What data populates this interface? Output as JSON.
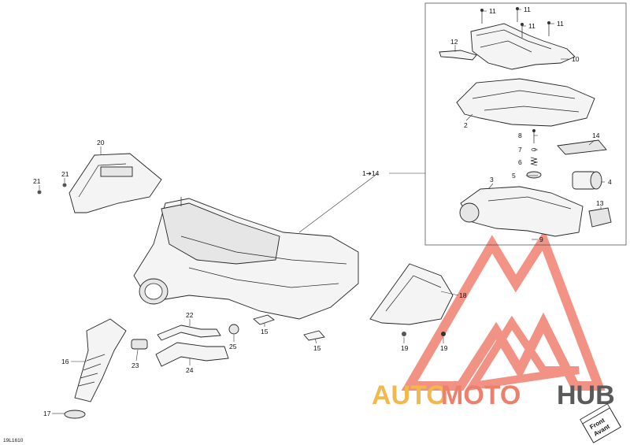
{
  "diagram": {
    "part_numbers": {
      "p1_14": "1➔14",
      "p2": "2",
      "p3": "3",
      "p4": "4",
      "p5": "5",
      "p6": "6",
      "p7": "7",
      "p8": "8",
      "p9": "9",
      "p10": "10",
      "p11": "11",
      "p12": "12",
      "p13": "13",
      "p14": "14",
      "p15": "15",
      "p16": "16",
      "p17": "17",
      "p18": "18",
      "p19": "19",
      "p20": "20",
      "p21": "21",
      "p22": "22",
      "p23": "23",
      "p24": "24",
      "p25": "25"
    },
    "figure_code": "19L1610",
    "front_badge": {
      "line1": "Front",
      "line2": "Avant"
    }
  },
  "watermark": {
    "word1": "AUTO",
    "word2": "MOTO",
    "word3": "HUB",
    "colors": {
      "auto": "#f2b84b",
      "moto": "#ee7f6a",
      "hub": "#5a5a5a",
      "mark": "#f08070"
    }
  }
}
